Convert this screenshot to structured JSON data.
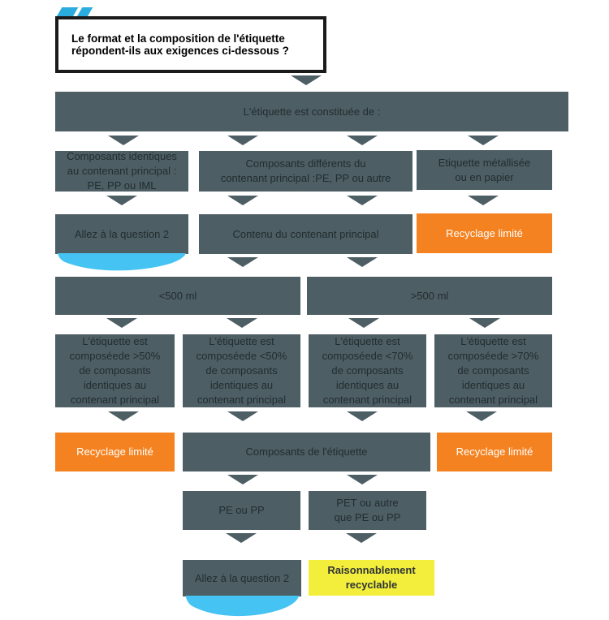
{
  "title": [
    "Le format et la composition de l'étiquette",
    "répondent-ils aux exigences ci-dessous ?"
  ],
  "nodes": {
    "constituted": "L'étiquette est constituée de :",
    "identical": [
      "Composants identiques",
      "au contenant principal :",
      "PE, PP ou IML"
    ],
    "different": [
      "Composants différents du",
      "contenant principal :PE, PP ou autre"
    ],
    "metallic": [
      "Etiquette métallisée",
      "ou en papier"
    ],
    "goto2_top": "Allez à la question 2",
    "content": "Contenu du contenant principal",
    "limited_top": "Recyclage limité",
    "lt500": "<500 ml",
    "gt500": ">500 ml",
    "gt50": [
      "L'étiquette est",
      "composéede >50%",
      "de composants",
      "identiques au",
      "contenant principal"
    ],
    "lt50": [
      "L'étiquette est",
      "composéede <50%",
      "de composants",
      "identiques au",
      "contenant principal"
    ],
    "lt70": [
      "L'étiquette est",
      "composéede <70%",
      "de composants",
      "identiques au",
      "contenant principal"
    ],
    "gt70": [
      "L'étiquette est",
      "composéede >70%",
      "de composants",
      "identiques au",
      "contenant principal"
    ],
    "limited_left": "Recyclage limité",
    "components": "Composants de l'étiquette",
    "limited_right": "Recyclage limité",
    "pepp": "PE ou PP",
    "pet": [
      "PET ou autre",
      "que PE ou PP"
    ],
    "goto2_bottom": "Allez à la question 2",
    "recyclable": [
      "Raisonnablement",
      "recyclable"
    ]
  },
  "colors": {
    "dark": "#4d5e64",
    "orange": "#f58220",
    "yellow": "#f2ee3b",
    "blue": "#45c3f2",
    "icon_blue": "#2bacdf"
  }
}
